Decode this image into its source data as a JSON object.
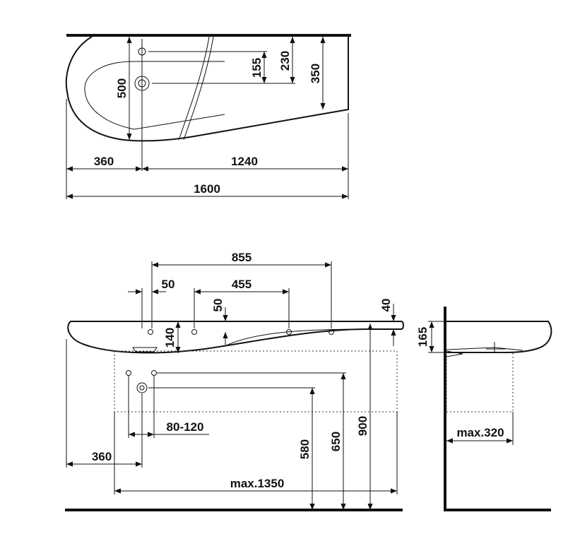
{
  "plan_view": {
    "dims": {
      "d500": "500",
      "d155": "155",
      "d230": "230",
      "d350": "350",
      "d360": "360",
      "d1240": "1240",
      "d1600": "1600"
    }
  },
  "front_view": {
    "dims": {
      "d855": "855",
      "d50h": "50",
      "d455": "455",
      "d50v": "50",
      "d40": "40",
      "d140": "140",
      "d80_120": "80-120",
      "d360": "360",
      "d580": "580",
      "d650": "650",
      "d900": "900",
      "dmax1350": "max.1350"
    }
  },
  "side_view": {
    "dims": {
      "d165": "165",
      "dmax320": "max.320"
    }
  },
  "colors": {
    "line": "#111111",
    "background": "#ffffff"
  }
}
